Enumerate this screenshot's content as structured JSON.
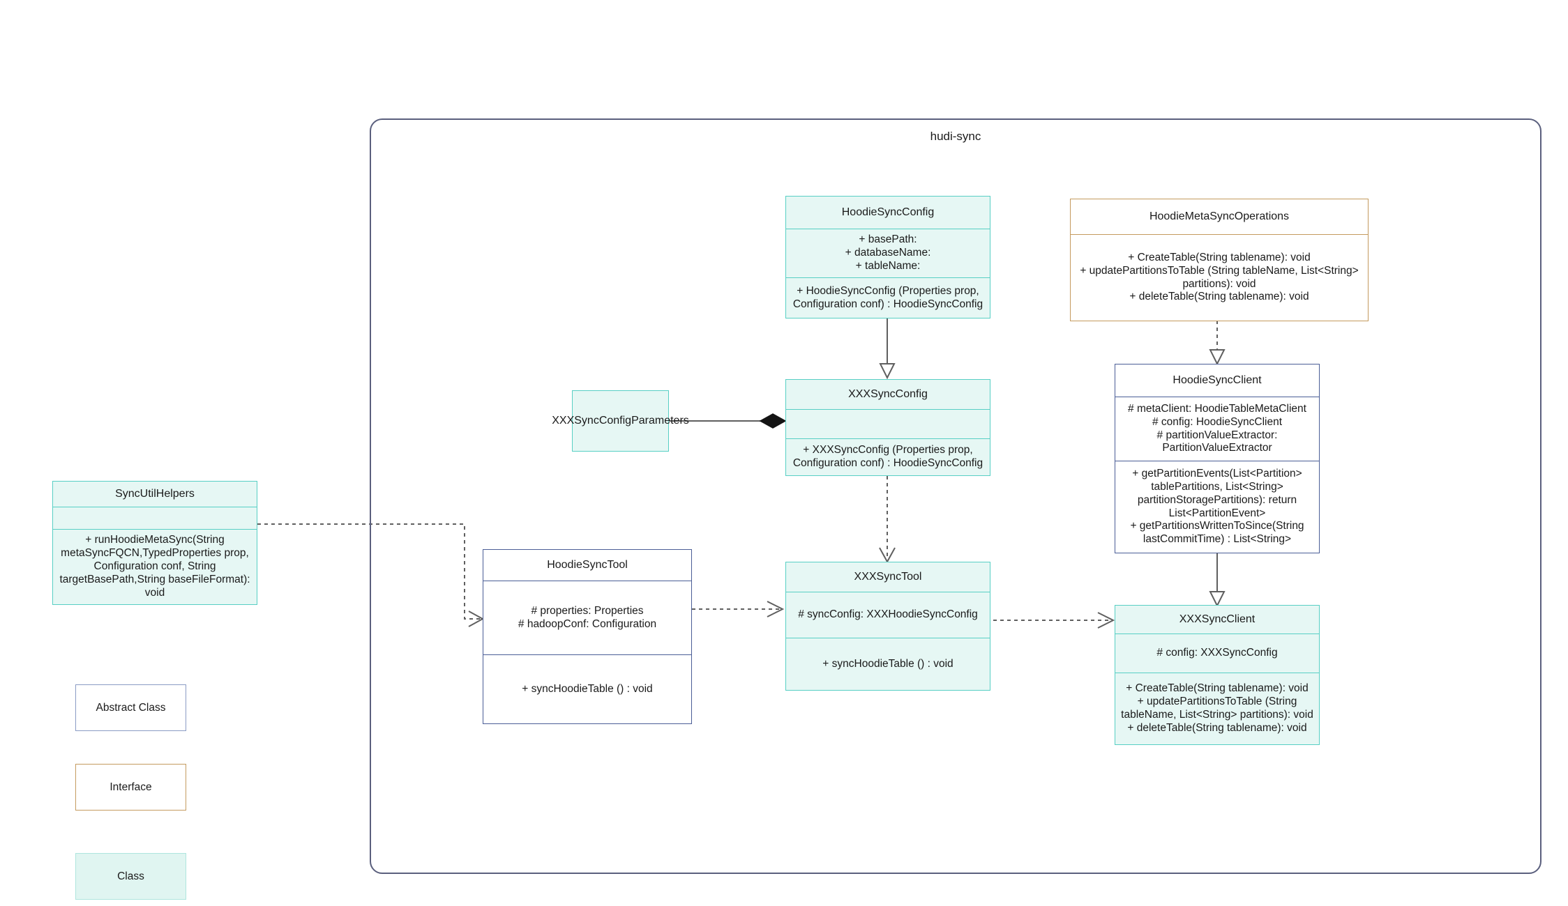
{
  "package": {
    "title": "hudi-sync"
  },
  "classes": {
    "hoodie_sync_config": {
      "name": "HoodieSyncConfig",
      "attributes": "+    basePath:\n+   databaseName:\n+   tableName:",
      "methods": "+   HoodieSyncConfig (Properties prop, Configuration conf) : HoodieSyncConfig",
      "stereotype": "class"
    },
    "hoodie_meta_sync_operations": {
      "name": "HoodieMetaSyncOperations",
      "methods": "+   CreateTable(String tablename): void\n+    updatePartitionsToTable (String tableName, List<String> partitions): void\n+   deleteTable(String tablename): void",
      "stereotype": "interface"
    },
    "hoodie_sync_client": {
      "name": "HoodieSyncClient",
      "attributes": "#   metaClient: HoodieTableMetaClient\n#   config: HoodieSyncClient\n#    partitionValueExtractor: PartitionValueExtractor",
      "methods": "+   getPartitionEvents(List<Partition> tablePartitions, List<String> partitionStoragePartitions): return List<PartitionEvent>\n+   getPartitionsWrittenToSince(String lastCommitTime) : List<String>",
      "stereotype": "abstract"
    },
    "xxx_sync_config_parameters": {
      "name": "XXXSyncConfigParameters",
      "stereotype": "class"
    },
    "xxx_sync_config": {
      "name": "XXXSyncConfig",
      "attributes": "",
      "methods": "+   XXXSyncConfig (Properties prop, Configuration conf) : HoodieSyncConfig",
      "stereotype": "class"
    },
    "sync_util_helpers": {
      "name": "SyncUtilHelpers",
      "attributes": "",
      "methods": "+    runHoodieMetaSync(String metaSyncFQCN,TypedProperties prop, Configuration conf, String targetBasePath,String baseFileFormat): void",
      "stereotype": "class"
    },
    "hoodie_sync_tool": {
      "name": "HoodieSyncTool",
      "attributes": "#   properties: Properties\n#   hadoopConf: Configuration",
      "methods": "+   syncHoodieTable () : void",
      "stereotype": "abstract"
    },
    "xxx_sync_tool": {
      "name": "XXXSyncTool",
      "attributes": "#   syncConfig: XXXHoodieSyncConfig",
      "methods": "+   syncHoodieTable () : void",
      "stereotype": "class"
    },
    "xxx_sync_client": {
      "name": "XXXSyncClient",
      "attributes": "#    config: XXXSyncConfig",
      "methods": "+   CreateTable(String tablename): void\n+    updatePartitionsToTable (String tableName, List<String> partitions): void\n+   deleteTable(String tablename): void",
      "stereotype": "class"
    }
  },
  "legend": {
    "abstract_label": "Abstract Class",
    "interface_label": "Interface",
    "class_label": "Class"
  },
  "colors": {
    "class_fill": "#e6f7f4",
    "class_stroke": "#57cfc4",
    "abstract_stroke": "#4a5d96",
    "interface_stroke": "#c49a5e",
    "package_stroke": "#5a5f7d",
    "edge_stroke": "#5f5f5f"
  },
  "relations": [
    {
      "name": "generalization-hoodiesyncconfig-xxxsyncconfig",
      "type": "generalization",
      "from": "XXXSyncConfig",
      "to": "HoodieSyncConfig"
    },
    {
      "name": "realization-hoodiemetasyncoperations-hoodiesyncclient",
      "type": "realization",
      "from": "HoodieSyncClient",
      "to": "HoodieMetaSyncOperations"
    },
    {
      "name": "generalization-hoodiesyncclient-xxxsyncclient",
      "type": "generalization",
      "from": "XXXSyncClient",
      "to": "HoodieSyncClient"
    },
    {
      "name": "composition-xxxsyncconfigparameters-xxxsyncconfig",
      "type": "composition",
      "from": "XXXSyncConfig",
      "to": "XXXSyncConfigParameters"
    },
    {
      "name": "dependency-syncutilhelpers-hoodiesynctool",
      "type": "dependency",
      "from": "SyncUtilHelpers",
      "to": "HoodieSyncTool"
    },
    {
      "name": "dependency-hoodiesynctool-xxxsynctool",
      "type": "dependency",
      "from": "HoodieSyncTool",
      "to": "XXXSyncTool"
    },
    {
      "name": "dependency-xxxsynctool-xxxsyncclient",
      "type": "dependency",
      "from": "XXXSyncTool",
      "to": "XXXSyncClient"
    },
    {
      "name": "dependency-xxxsyncconfig-xxxsynctool",
      "type": "dependency",
      "from": "XXXSyncConfig",
      "to": "XXXSyncTool"
    }
  ]
}
